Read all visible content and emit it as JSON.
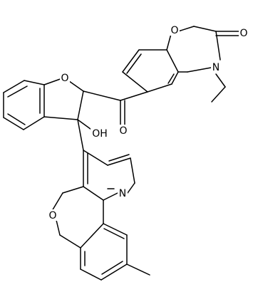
{
  "molecule": {
    "atoms": [
      {
        "id": "o_furan",
        "label": "O"
      },
      {
        "id": "o_ketone",
        "label": "O"
      },
      {
        "id": "oh",
        "label": "OH"
      },
      {
        "id": "o_oxazine",
        "label": "O"
      },
      {
        "id": "o_lactam",
        "label": "O"
      },
      {
        "id": "n_lactam",
        "label": "N"
      },
      {
        "id": "n_pyridine",
        "label": "N"
      },
      {
        "id": "o_pyran",
        "label": "O"
      }
    ]
  },
  "colors": {
    "bond": "#000000",
    "background": "#ffffff"
  }
}
